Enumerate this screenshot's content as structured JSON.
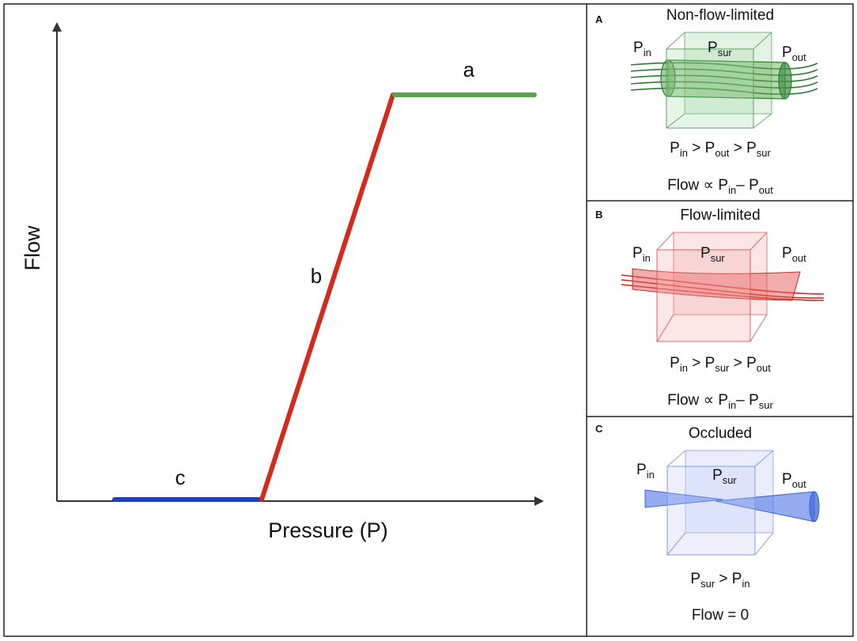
{
  "graph": {
    "y_axis_label": "Flow",
    "x_axis_label": "Pressure (P)",
    "segments": [
      {
        "label": "a",
        "state": "non-flow-limited",
        "color": "#5aa64a"
      },
      {
        "label": "b",
        "state": "flow-limited",
        "color": "#d42a1e"
      },
      {
        "label": "c",
        "state": "occluded",
        "color": "#1f3fc7"
      }
    ]
  },
  "panels": {
    "A": {
      "letter": "A",
      "title": "Non-flow-limited",
      "color": "#5aa64a",
      "p": "P",
      "sub_in": "in",
      "sub_sur": "sur",
      "sub_out": "out",
      "gt": ">",
      "flow_word": "Flow",
      "prop": "∝",
      "minus": "–"
    },
    "B": {
      "letter": "B",
      "title": "Flow-limited",
      "color": "#e23a3a",
      "p": "P",
      "sub_in": "in",
      "sub_sur": "sur",
      "sub_out": "out",
      "gt": ">",
      "flow_word": "Flow",
      "prop": "∝",
      "minus": "–"
    },
    "C": {
      "letter": "C",
      "title": "Occluded",
      "color": "#5b7fe6",
      "p": "P",
      "sub_in": "in",
      "sub_sur": "sur",
      "sub_out": "out",
      "gt": ">",
      "flow_text": "Flow = 0"
    }
  }
}
